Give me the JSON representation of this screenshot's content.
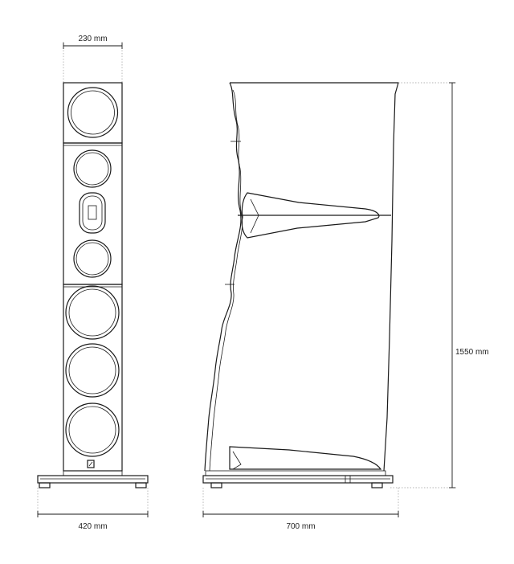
{
  "dimensions": {
    "top_width": "230 mm",
    "base_width": "420 mm",
    "depth": "700 mm",
    "height": "1550 mm"
  },
  "views": {
    "front": {
      "driver_count": 6,
      "tweeter_count": 1
    },
    "side": {
      "fin_count": 2
    }
  }
}
